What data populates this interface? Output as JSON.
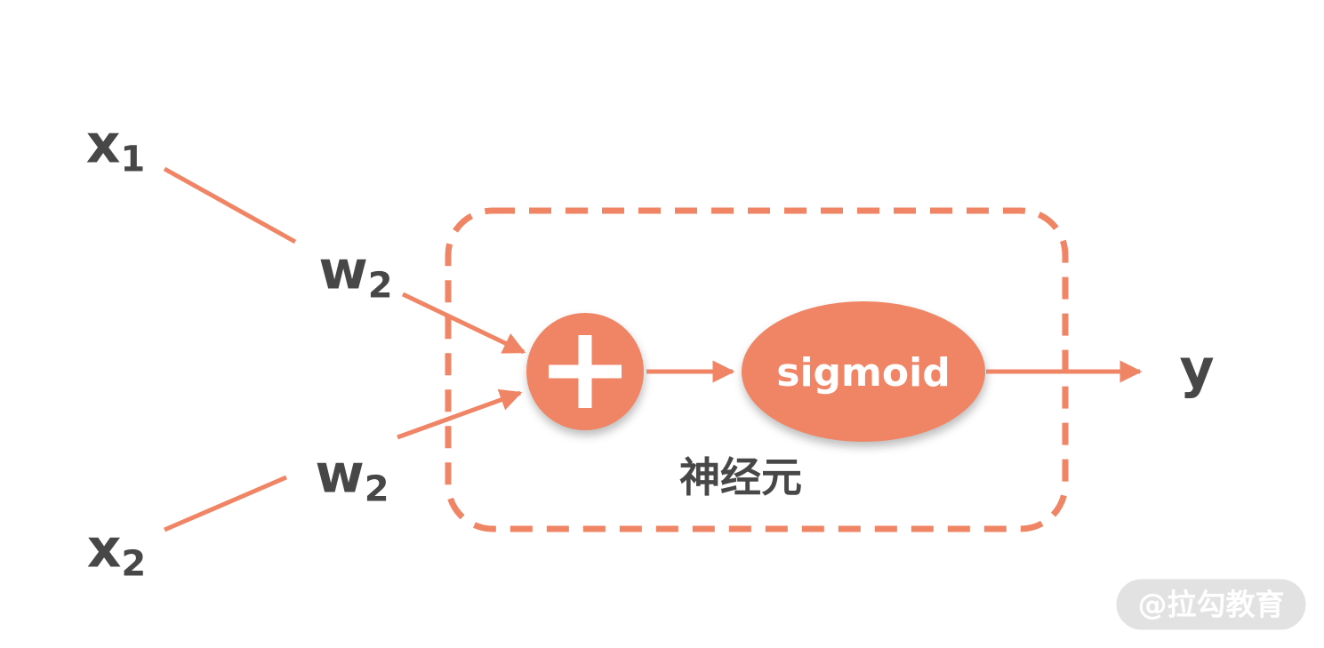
{
  "diagram": {
    "inputs": [
      {
        "base": "x",
        "sub": "1"
      },
      {
        "base": "x",
        "sub": "2"
      }
    ],
    "weights": [
      {
        "base": "w",
        "sub": "2"
      },
      {
        "base": "w",
        "sub": "2"
      }
    ],
    "sum_symbol": "+",
    "activation_label": "sigmoid",
    "unit_label": "神经元",
    "output_label": "y",
    "watermark": "@拉勾教育",
    "colors": {
      "accent": "#F08565",
      "text": "#474747",
      "node_text": "#FFFFFF",
      "watermark_bg": "#E2E2E2",
      "watermark_text": "#FFFFFF",
      "background": "#FFFFFF"
    }
  }
}
